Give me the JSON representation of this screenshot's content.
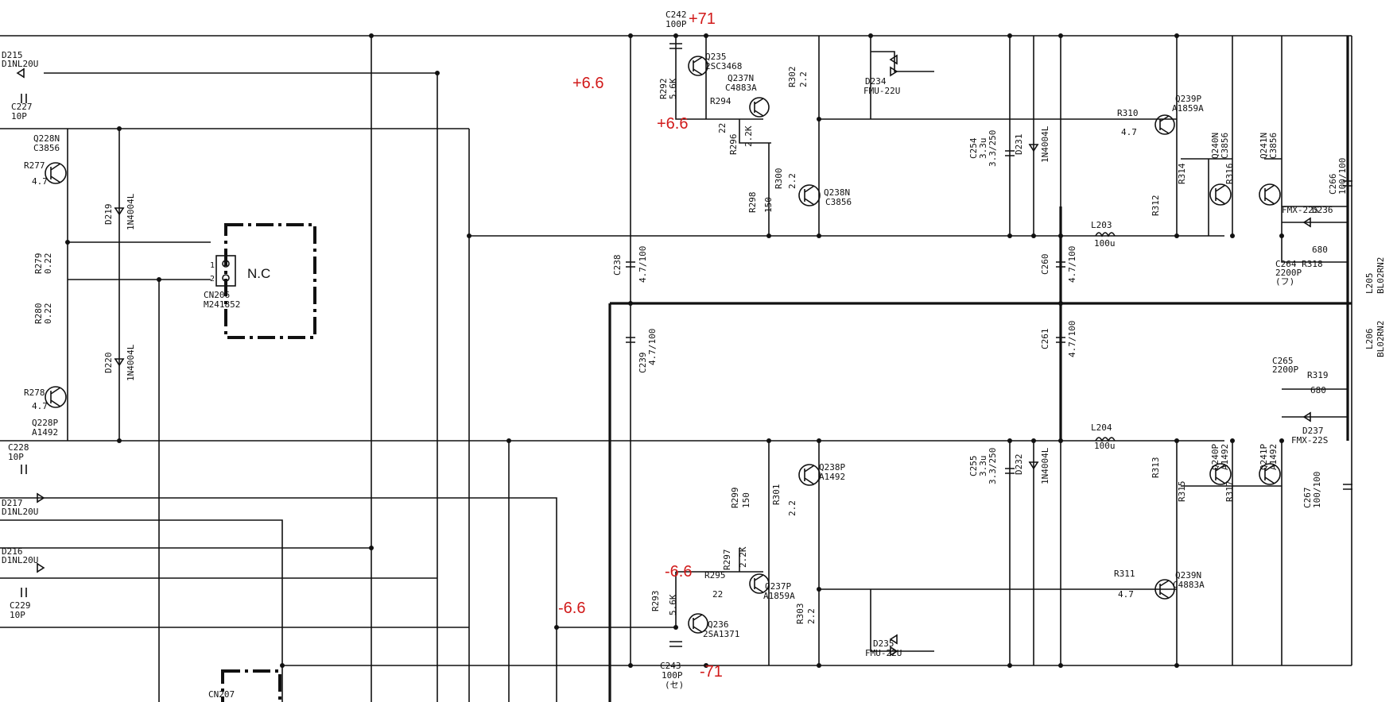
{
  "annotations": {
    "plus71": "+71",
    "plus6_6_a": "+6.6",
    "plus6_6_b": "+6.6",
    "minus6_6_a": "-6.6",
    "minus6_6_b": "-6.6",
    "minus71": "-71"
  },
  "labels": {
    "d215": "D215",
    "d215_part": "D1NL20U",
    "c227": "C227",
    "c227_val": "10P",
    "q228n": "Q228N",
    "q228n_part": "C3856",
    "r277": "R277",
    "r277_val": "4.7",
    "r278": "R278",
    "r278_val": "4.7",
    "q228p": "Q228P",
    "q228p_part": "A1492",
    "c228": "C228",
    "c228_val": "10P",
    "d217": "D217",
    "d217_part": "D1NL20U",
    "d216": "D216",
    "d216_part": "D1NL20U",
    "c229": "C229",
    "c229_val": "10P",
    "d219": "D219",
    "d219_part": "1N4004L",
    "d220": "D220",
    "d220_part": "1N4004L",
    "r279": "R279",
    "r279_val": "0.22",
    "r280": "R280",
    "r280_val": "0.22",
    "cn206": "CN206",
    "cn206_part": "M241852",
    "pin1": "1",
    "pin2": "2",
    "nc": "N.C",
    "cn207": "CN207",
    "c242": "C242",
    "c242_val": "100P",
    "q235": "Q235",
    "q235_part": "2SC3468",
    "r292": "R292",
    "r292_val": "5.6K",
    "q237n": "Q237N",
    "q237n_part": "C4883A",
    "r294": "R294",
    "r294_val": "22",
    "r296": "R296",
    "r296_val": "2.2K",
    "r302": "R302",
    "r302_val": "2.2",
    "d234": "D234",
    "d234_part": "FMU-22U",
    "r300": "R300",
    "r300_val": "2.2",
    "r298": "R298",
    "r298_val": "150",
    "q238n": "Q238N",
    "q238n_part": "C3856",
    "c238": "C238",
    "c238_val": "4.7/100",
    "c239": "C239",
    "c239_val": "4.7/100",
    "c260": "C260",
    "c260_val": "4.7/100",
    "c261": "C261",
    "c261_val": "4.7/100",
    "c254": "C254",
    "c254_val": "3.3u",
    "c254_v": "3.3/250",
    "d231": "D231",
    "d231_part": "1N4004L",
    "l203": "L203",
    "l203_val": "100u",
    "r310": "R310",
    "r310_val": "4.7",
    "q239p": "Q239P",
    "q239p_part": "A1859A",
    "r312": "R312",
    "r314": "R314",
    "r316": "R316",
    "q240n": "Q240N",
    "q240n_part": "C3856",
    "q241n": "Q241N",
    "q241n_part": "C3856",
    "d236": "D236",
    "d236_part": "FMX-22S",
    "c266": "C266",
    "c266_val": "100/100",
    "r318_val": "680",
    "c264": "C264 R318",
    "c264_val": "2200P",
    "c264_sub": "(フ)",
    "l205": "L205",
    "l205_part": "BL02RN2",
    "l206": "L206",
    "l206_part": "BL02RN2",
    "c265": "C265",
    "c265_val": "2200P",
    "r319": "R319",
    "r319_val": "680",
    "d237": "D237",
    "d237_part": "FMX-22S",
    "c267": "C267",
    "c267_val": "100/100",
    "l204": "L204",
    "l204_val": "100u",
    "c255": "C255",
    "c255_val": "3.3u",
    "c255_v": "3.3/250",
    "d232": "D232",
    "d232_part": "1N4004L",
    "r313": "R313",
    "r315": "R315",
    "r317": "R317",
    "q240p": "Q240P",
    "q240p_part": "A1492",
    "q241p": "Q241P",
    "q241p_part": "A1492",
    "r311": "R311",
    "r311_val": "4.7",
    "q239n": "Q239N",
    "q239n_part": "C4883A",
    "q238p": "Q238P",
    "q238p_part": "A1492",
    "r299": "R299",
    "r299_val": "150",
    "r301": "R301",
    "r301_val": "2.2",
    "r297": "R297",
    "r297_val": "2.2K",
    "r295": "R295",
    "r295_val": "22",
    "q237p": "Q237P",
    "q237p_part": "A1859A",
    "r293": "R293",
    "r293_val": "5.6K",
    "q236": "Q236",
    "q236_part": "2SA1371",
    "r303": "R303",
    "r303_val": "2.2",
    "d235": "D235",
    "d235_part": "FMU-22U",
    "c243": "C243",
    "c243_val": "100P",
    "c243_sub": "(セ)"
  }
}
